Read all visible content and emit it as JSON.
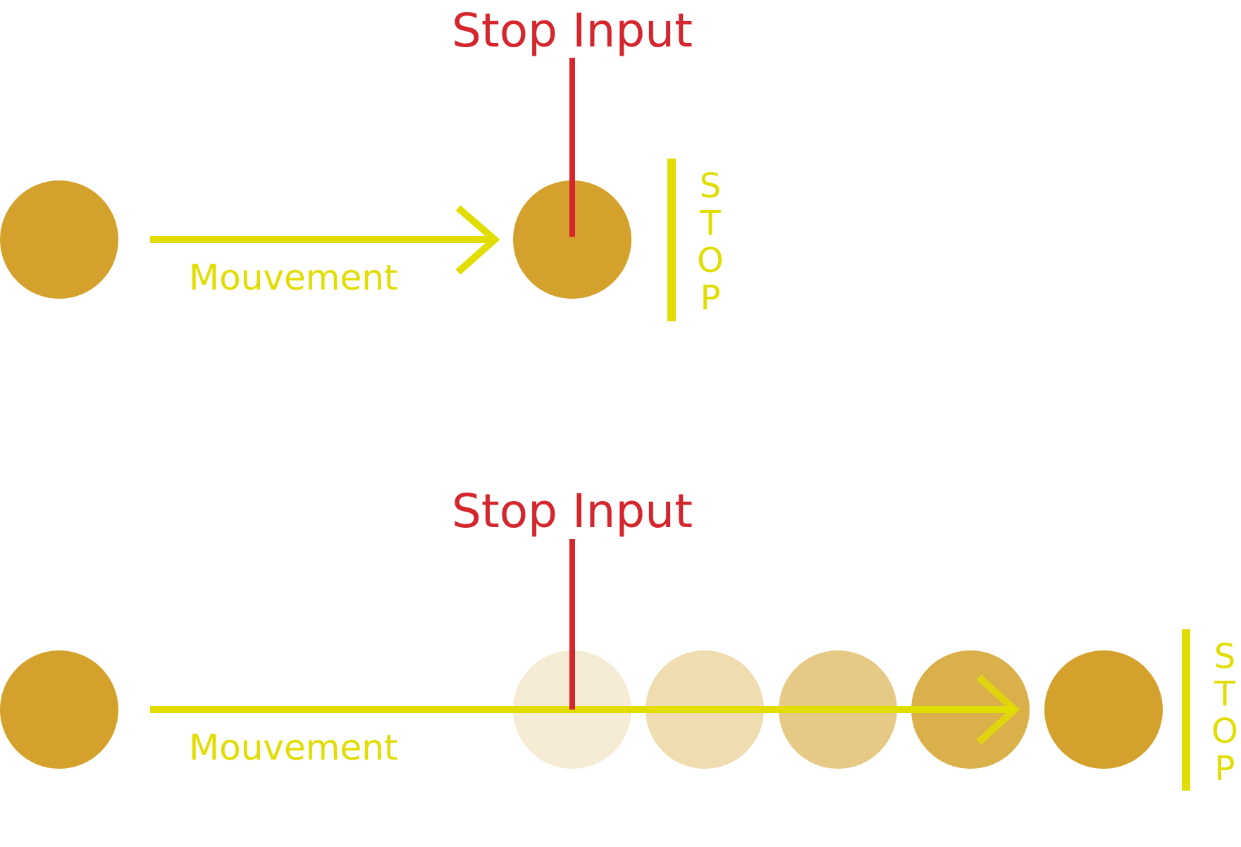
{
  "colors": {
    "ball": "#D4A22C",
    "arrow": "#E1DD00",
    "stop_input": "#D4262C",
    "background": "#FFFFFF"
  },
  "scenario_top": {
    "stop_input_label": "Stop Input",
    "movement_label": "Mouvement",
    "stop_letters": [
      "S",
      "T",
      "O",
      "P"
    ],
    "ball_opacities": [
      1,
      1
    ]
  },
  "scenario_bottom": {
    "stop_input_label": "Stop Input",
    "movement_label": "Mouvement",
    "stop_letters": [
      "S",
      "T",
      "O",
      "P"
    ],
    "ghost_ball_opacities": [
      0.2,
      0.38,
      0.58,
      0.85
    ],
    "ball_opacities": [
      1,
      1
    ]
  }
}
